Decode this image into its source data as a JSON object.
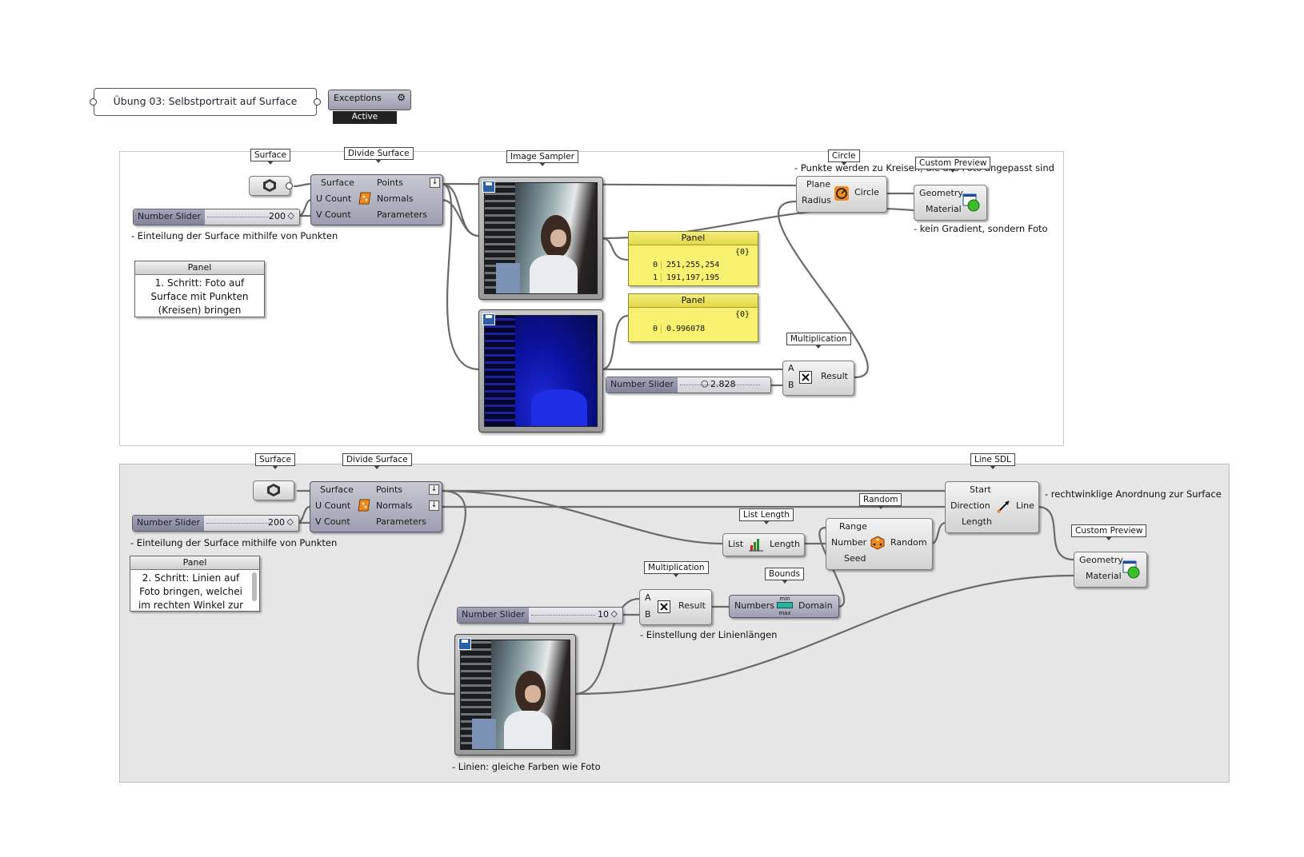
{
  "header": {
    "title": "Übung 03: Selbstportrait auf Surface",
    "exceptions": "Exceptions",
    "status": "Active"
  },
  "group1": {
    "surface_tag": "Surface",
    "divide_tag": "Divide Surface",
    "image_tag": "Image Sampler",
    "circle_tag": "Circle",
    "preview_tag": "Custom Preview",
    "mult_tag": "Multiplication",
    "divide_inputs": [
      "Surface",
      "U Count",
      "V Count"
    ],
    "divide_outputs": [
      "Points",
      "Normals",
      "Parameters"
    ],
    "slider1": {
      "label": "Number Slider",
      "value": "200"
    },
    "slider2": {
      "label": "Number Slider",
      "value": "2.828"
    },
    "note_divide": "- Einteilung der Surface mithilfe von Punkten",
    "note_circle": "- Punkte werden zu Kreisen, die ans Foto angepasst sind",
    "note_preview": "- kein Gradient, sondern Foto",
    "panel_note": {
      "header": "Panel",
      "text": "1. Schritt: Foto auf Surface mit Punkten (Kreisen) bringen"
    },
    "circle_inputs": [
      "Plane",
      "Radius"
    ],
    "circle_output": "Circle",
    "preview_inputs": [
      "Geometry",
      "Material"
    ],
    "mult_inputs": [
      "A",
      "B"
    ],
    "mult_output": "Result",
    "ypanel1": {
      "header": "Panel",
      "branch": "{0}",
      "rows": [
        {
          "i": "0",
          "v": "251,255,254"
        },
        {
          "i": "1",
          "v": "191,197,195"
        }
      ]
    },
    "ypanel2": {
      "header": "Panel",
      "branch": "{0}",
      "rows": [
        {
          "i": "0",
          "v": "0.996078"
        }
      ]
    }
  },
  "group2": {
    "surface_tag": "Surface",
    "divide_tag": "Divide Surface",
    "line_tag": "Line SDL",
    "random_tag": "Random",
    "listlen_tag": "List Length",
    "preview_tag": "Custom Preview",
    "mult_tag": "Multiplication",
    "bounds_tag": "Bounds",
    "divide_inputs": [
      "Surface",
      "U Count",
      "V Count"
    ],
    "divide_outputs": [
      "Points",
      "Normals",
      "Parameters"
    ],
    "slider1": {
      "label": "Number Slider",
      "value": "200"
    },
    "slider2": {
      "label": "Number Slider",
      "value": "10"
    },
    "note_divide": "- Einteilung der Surface mithilfe von Punkten",
    "note_line": "- rechtwinklige Anordnung zur Surface",
    "note_length": "- Einstellung der Linienlängen",
    "note_lines": "- Linien: gleiche Farben wie Foto",
    "panel_note": {
      "header": "Panel",
      "text": "2. Schritt: Linien auf Foto bringen, welchei im rechten Winkel zur"
    },
    "line_inputs": [
      "Start",
      "Direction",
      "Length"
    ],
    "line_output": "Line",
    "listlen_input": "List",
    "listlen_output": "Length",
    "random_inputs": [
      "Range",
      "Number",
      "Seed"
    ],
    "random_output": "Random",
    "preview_inputs": [
      "Geometry",
      "Material"
    ],
    "mult_inputs": [
      "A",
      "B"
    ],
    "mult_output": "Result",
    "bounds_input": "Numbers",
    "bounds_output": "Domain",
    "bounds_icon_top": "min",
    "bounds_icon_bottom": "max"
  },
  "colors": {
    "group_bg": "#e6e6e6",
    "panel_yellow": "#f8f170",
    "wire": "#555555"
  }
}
